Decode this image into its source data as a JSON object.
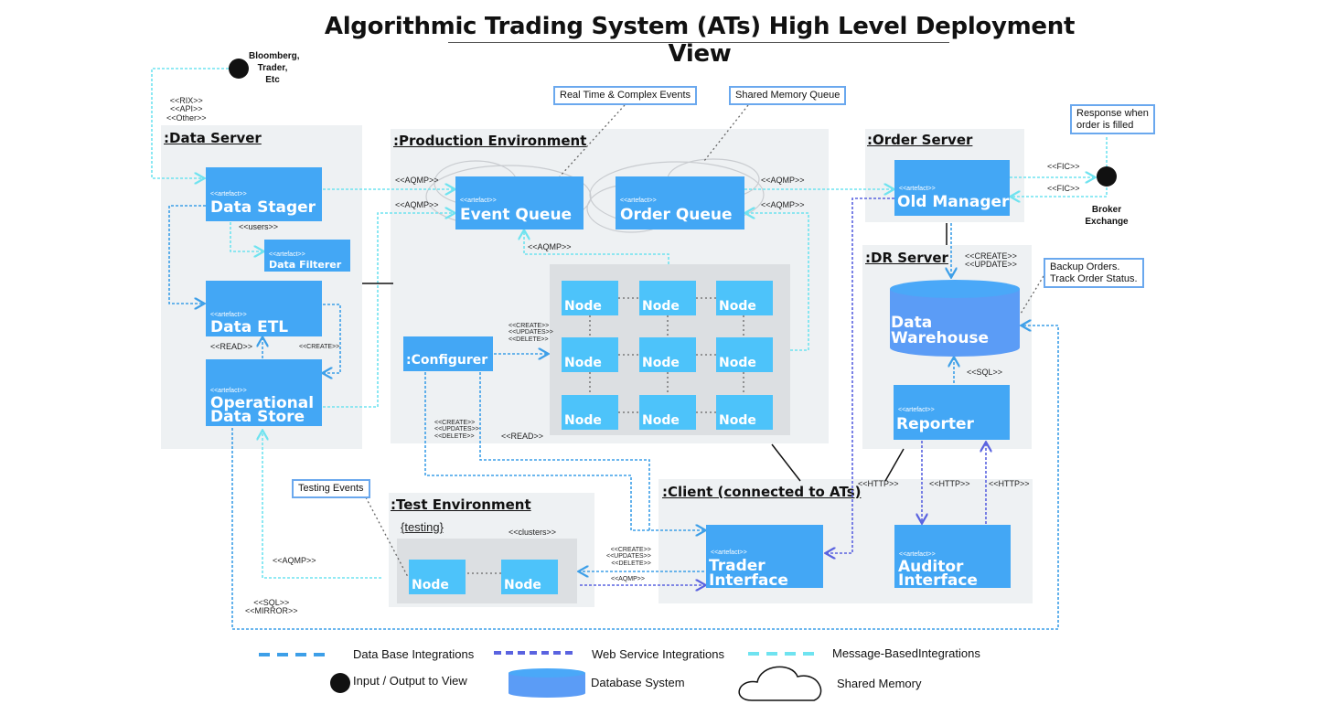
{
  "title": "Algorithmic Trading System (ATs) High Level Deployment View",
  "stereotype": "<<artefact>>",
  "regions": {
    "data_server": ":Data Server",
    "production": ":Production Environment",
    "order_server": ":Order Server",
    "dr_server": ":DR Server",
    "test_env": ":Test Environment",
    "client": ":Client (connected to ATs)"
  },
  "artifacts": {
    "data_stager": "Data Stager",
    "data_filterer": "Data Filterer",
    "data_etl": "Data ETL",
    "ods_line1": "Operational",
    "ods_line2": "Data Store",
    "event_queue": "Event Queue",
    "order_queue": "Order Queue",
    "configurer": ":Configurer",
    "old_manager": "Old Manager",
    "data_warehouse_line1": "Data",
    "data_warehouse_line2": "Warehouse",
    "reporter": "Reporter",
    "trader_line1": "Trader",
    "trader_line2": "Interface",
    "auditor_line1": "Auditor",
    "auditor_line2": "Interface"
  },
  "node_label": "Node",
  "external": {
    "bloomberg_line1": "Bloomberg,",
    "bloomberg_line2": "Trader,",
    "bloomberg_line3": "Etc",
    "broker_line1": "Broker",
    "broker_line2": "Exchange"
  },
  "notes": {
    "realtime": "Real Time & Complex Events",
    "shared_memory_queue": "Shared Memory Queue",
    "response_line1": "Response when",
    "response_line2": "order is filled",
    "backup_line1": "Backup Orders.",
    "backup_line2": "Track Order Status.",
    "testing_events": "Testing Events"
  },
  "connector_labels": {
    "rix": "<<RIX>>",
    "api": "<<API>>",
    "other": "<<Other>>",
    "aqmp": "<<AQMP>>",
    "users": "<<users>>",
    "read": "<<READ>>",
    "create": "<<CREATE>>",
    "updates": "<<UPDATES>>",
    "update": "<<UPDATE>>",
    "delete": "<<DELETE>>",
    "fic": "<<FIC>>",
    "sql": "<<SQL>>",
    "http": "<<HTTP>>",
    "mirror": "<<MIRROR>>",
    "clusters": "<<clusters>>",
    "testing": "{testing}"
  },
  "legend": {
    "database_integrations": "Data Base Integrations",
    "web_service_integrations": "Web Service Integrations",
    "message_based_integrations": "Message-BasedIntegrations",
    "io_to_view": "Input / Output to View",
    "database_system": "Database System",
    "shared_memory": "Shared Memory"
  },
  "colors": {
    "artifact_blue": "#43a7f5",
    "node_blue": "#4dc3fa",
    "warehouse_blue": "#5b9cf6",
    "region_gray": "#eef1f3",
    "cluster_gray": "#dcdfe2",
    "db_line": "#3d9fe8",
    "ws_line": "#5a63e0",
    "msg_line": "#6fe3f0"
  }
}
